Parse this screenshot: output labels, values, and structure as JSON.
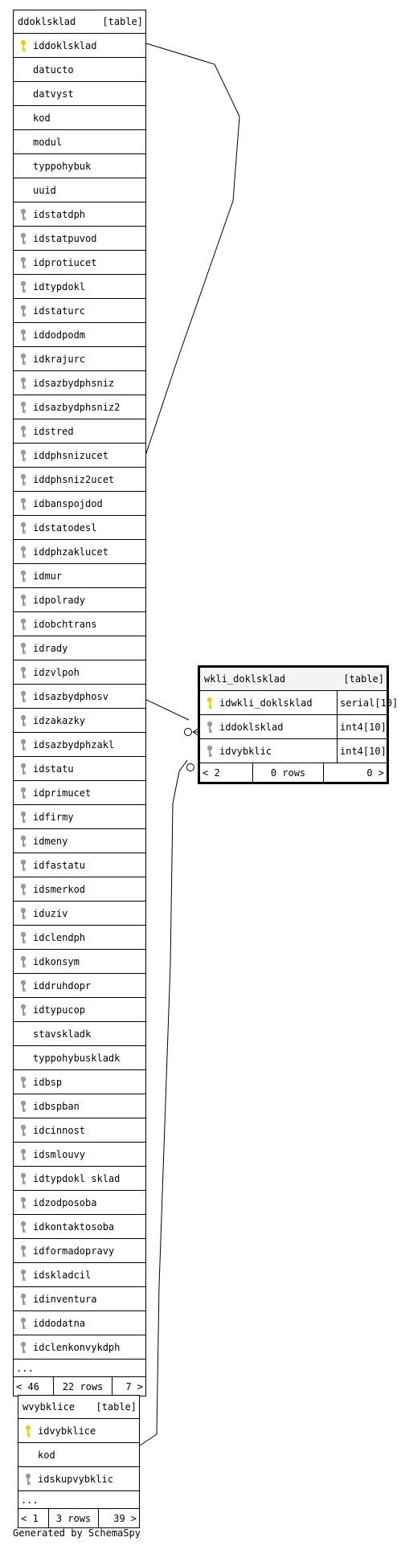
{
  "tables": [
    {
      "id": "ddoklsklad",
      "name": "ddoklsklad",
      "kind_label": "[table]",
      "selected": false,
      "columns": [
        {
          "name": "iddoklsklad",
          "key": "primary"
        },
        {
          "name": "datucto",
          "key": "none"
        },
        {
          "name": "datvyst",
          "key": "none"
        },
        {
          "name": "kod",
          "key": "none"
        },
        {
          "name": "modul",
          "key": "none"
        },
        {
          "name": "typpohybuk",
          "key": "none"
        },
        {
          "name": "uuid",
          "key": "none"
        },
        {
          "name": "idstatdph",
          "key": "foreign"
        },
        {
          "name": "idstatpuvod",
          "key": "foreign"
        },
        {
          "name": "idprotiucet",
          "key": "foreign"
        },
        {
          "name": "idtypdokl",
          "key": "foreign"
        },
        {
          "name": "idstaturc",
          "key": "foreign"
        },
        {
          "name": "iddodpodm",
          "key": "foreign"
        },
        {
          "name": "idkrajurc",
          "key": "foreign"
        },
        {
          "name": "idsazbydphsniz",
          "key": "foreign"
        },
        {
          "name": "idsazbydphsniz2",
          "key": "foreign"
        },
        {
          "name": "idstred",
          "key": "foreign"
        },
        {
          "name": "iddphsnizucet",
          "key": "foreign"
        },
        {
          "name": "iddphsniz2ucet",
          "key": "foreign"
        },
        {
          "name": "idbanspojdod",
          "key": "foreign"
        },
        {
          "name": "idstatodesl",
          "key": "foreign"
        },
        {
          "name": "iddphzaklucet",
          "key": "foreign"
        },
        {
          "name": "idmur",
          "key": "foreign"
        },
        {
          "name": "idpolrady",
          "key": "foreign"
        },
        {
          "name": "idobchtrans",
          "key": "foreign"
        },
        {
          "name": "idrady",
          "key": "foreign"
        },
        {
          "name": "idzvlpoh",
          "key": "foreign"
        },
        {
          "name": "idsazbydphosv",
          "key": "foreign"
        },
        {
          "name": "idzakazky",
          "key": "foreign"
        },
        {
          "name": "idsazbydphzakl",
          "key": "foreign"
        },
        {
          "name": "idstatu",
          "key": "foreign"
        },
        {
          "name": "idprimucet",
          "key": "foreign"
        },
        {
          "name": "idfirmy",
          "key": "foreign"
        },
        {
          "name": "idmeny",
          "key": "foreign"
        },
        {
          "name": "idfastatu",
          "key": "foreign"
        },
        {
          "name": "idsmerkod",
          "key": "foreign"
        },
        {
          "name": "iduziv",
          "key": "foreign"
        },
        {
          "name": "idclendph",
          "key": "foreign"
        },
        {
          "name": "idkonsym",
          "key": "foreign"
        },
        {
          "name": "iddruhdopr",
          "key": "foreign"
        },
        {
          "name": "idtypucop",
          "key": "foreign"
        },
        {
          "name": "stavskladk",
          "key": "none"
        },
        {
          "name": "typpohybuskladk",
          "key": "none"
        },
        {
          "name": "idbsp",
          "key": "foreign"
        },
        {
          "name": "idbspban",
          "key": "foreign"
        },
        {
          "name": "idcinnost",
          "key": "foreign"
        },
        {
          "name": "idsmlouvy",
          "key": "foreign"
        },
        {
          "name": "idtypdokl sklad",
          "key": "foreign"
        },
        {
          "name": "idzodposoba",
          "key": "foreign"
        },
        {
          "name": "idkontaktosoba",
          "key": "foreign"
        },
        {
          "name": "idformadopravy",
          "key": "foreign"
        },
        {
          "name": "idskladcil",
          "key": "foreign"
        },
        {
          "name": "idinventura",
          "key": "foreign"
        },
        {
          "name": "iddodatna",
          "key": "foreign"
        },
        {
          "name": "idclenkonvykdph",
          "key": "foreign"
        }
      ],
      "more": "...",
      "footer": {
        "left": "< 46",
        "mid": "22 rows",
        "right": "7 >"
      }
    },
    {
      "id": "wkli_doklsklad",
      "name": "wkli_doklsklad",
      "kind_label": "[table]",
      "selected": true,
      "columns": [
        {
          "name": "idwkli_doklsklad",
          "key": "primary",
          "type": "serial[10]"
        },
        {
          "name": "iddoklsklad",
          "key": "foreign",
          "type": "int4[10]"
        },
        {
          "name": "idvybklic",
          "key": "foreign",
          "type": "int4[10]"
        }
      ],
      "more": "",
      "footer": {
        "left": "< 2",
        "mid": "0 rows",
        "right": "0 >"
      }
    },
    {
      "id": "wvybklice",
      "name": "wvybklice",
      "kind_label": "[table]",
      "selected": false,
      "columns": [
        {
          "name": "idvybklice",
          "key": "primary"
        },
        {
          "name": "kod",
          "key": "none"
        },
        {
          "name": "idskupvybklic",
          "key": "foreign"
        }
      ],
      "more": "...",
      "footer": {
        "left": "< 1",
        "mid": "3 rows",
        "right": "39 >"
      }
    }
  ],
  "generated_by": "Generated by SchemaSpy",
  "colors": {
    "primary_key": "#e8cf1a",
    "foreign_key": "#9a9a9a",
    "border": "#000000",
    "header_bg_selected": "#f4f4f4"
  },
  "icons": {
    "primary": "primary-key-icon",
    "foreign": "foreign-key-icon"
  }
}
